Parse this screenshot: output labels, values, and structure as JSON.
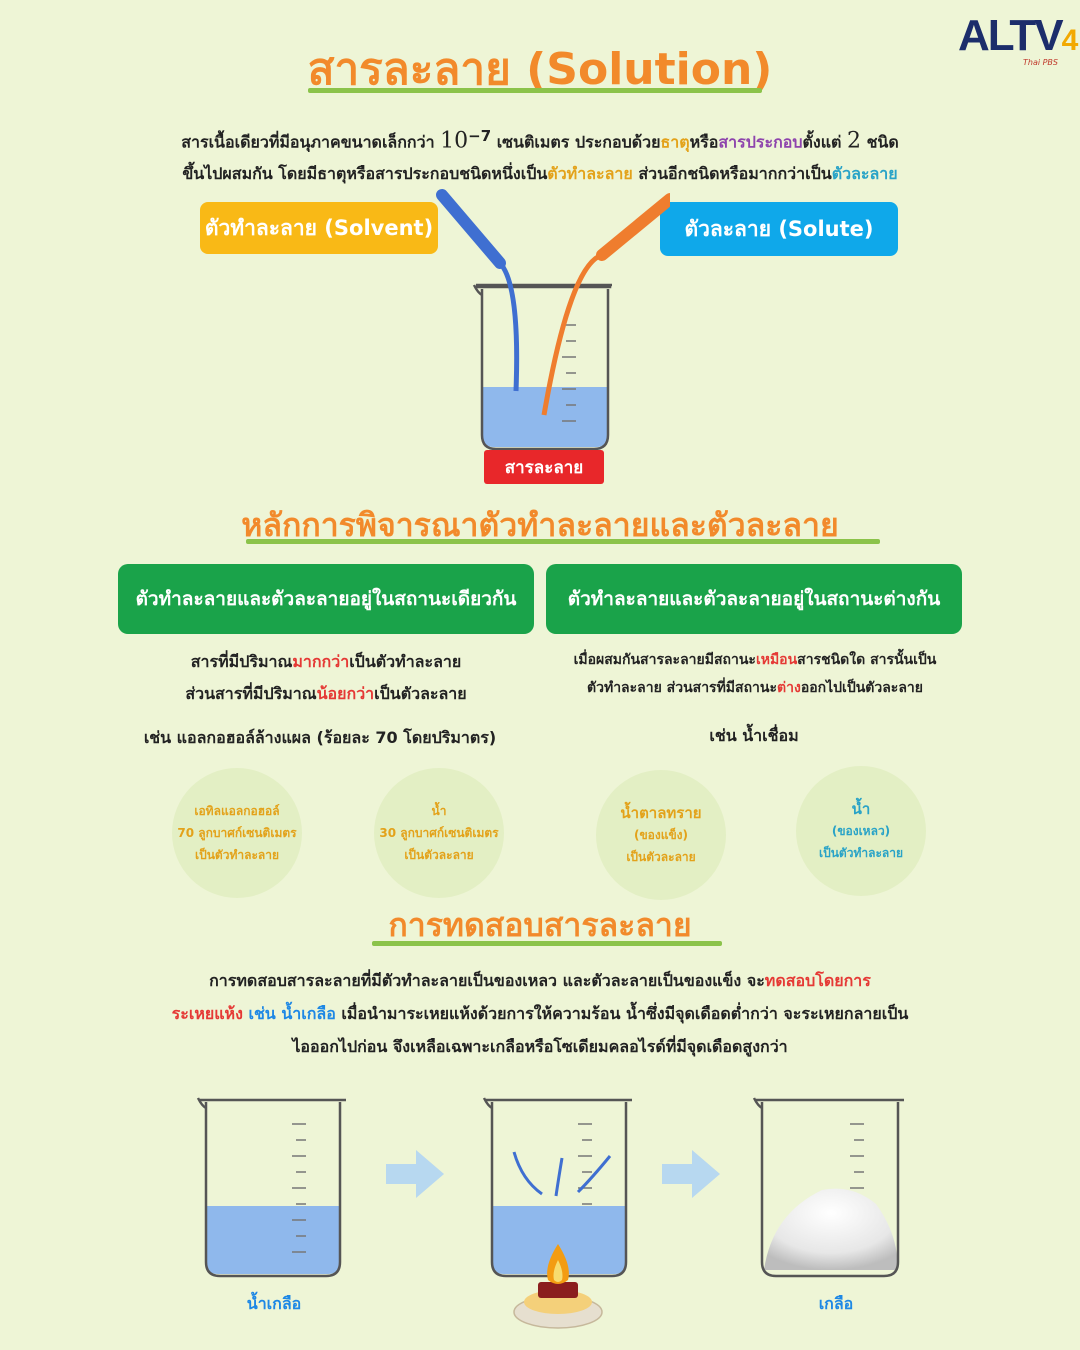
{
  "logo": {
    "main": "ALTV",
    "num": "4",
    "sub": "Thai PBS"
  },
  "section1": {
    "title": "สารละลาย (Solution)",
    "intro": {
      "l1_a": "สารเนื้อเดียวที่มีอนุภาคขนาดเล็กกว่า ",
      "l1_num": "10",
      "l1_exp": "−7",
      "l1_b": " เซนติเมตร ประกอบด้วย",
      "l1_metal": "ธาตุ",
      "l1_c": "หรือ",
      "l1_compound": "สารประกอบ",
      "l1_d": "ตั้งแต่ ",
      "l1_two": "2",
      "l1_e": " ชนิด",
      "l2_a": "ขึ้นไปผสมกัน โดยมีธาตุหรือสารประกอบชนิดหนึ่งเป็น",
      "l2_solvent": "ตัวทำละลาย",
      "l2_b": " ส่วนอีกชนิดหรือมากกว่าเป็น",
      "l2_solute": "ตัวละลาย"
    },
    "solvent_label": "ตัวทำละลาย (Solvent)",
    "solute_label": "ตัวละลาย (Solute)",
    "solution_label": "สารละลาย"
  },
  "section2": {
    "title": "หลักการพิจารณาตัวทำละลายและตัวละลาย",
    "left": {
      "heading": "ตัวทำละลายและตัวละลายอยู่ในสถานะเดียวกัน",
      "l1_a": "สารที่มีปริมาณ",
      "l1_hl": "มากกว่า",
      "l1_b": "เป็นตัวทำละลาย",
      "l2_a": "ส่วนสารที่มีปริมาณ",
      "l2_hl": "น้อยกว่า",
      "l2_b": "เป็นตัวละลาย",
      "example": "เช่น แอลกอฮอล์ล้างแผล (ร้อยละ 70 โดยปริมาตร)"
    },
    "right": {
      "heading": "ตัวทำละลายและตัวละลายอยู่ในสถานะต่างกัน",
      "l1_a": "เมื่อผสมกันสารละลายมีสถานะ",
      "l1_hl": "เหมือน",
      "l1_b": "สารชนิดใด สารนั้นเป็น",
      "l2_a": "ตัวทำละลาย ส่วนสารที่มีสถานะ",
      "l2_hl": "ต่าง",
      "l2_b": "ออกไปเป็นตัวละลาย",
      "example": "เช่น น้ำเชื่อม"
    },
    "circles": [
      {
        "l1": "เอทิลแอลกอฮอล์",
        "l2": "70 ลูกบาศก์เซนติเมตร",
        "l3": "เป็นตัวทำละลาย"
      },
      {
        "l1": "น้ำ",
        "l2": "30 ลูกบาศก์เซนติเมตร",
        "l3": "เป็นตัวละลาย"
      },
      {
        "l1": "น้ำตาลทราย",
        "l2": "(ของแข็ง)",
        "l3": "เป็นตัวละลาย"
      },
      {
        "l1": "น้ำ",
        "l2": "(ของเหลว)",
        "l3": "เป็นตัวทำละลาย"
      }
    ]
  },
  "section3": {
    "title": "การทดสอบสารละลาย",
    "p1_a": "การทดสอบสารละลายที่มีตัวทำละลายเป็นของเหลว และตัวละลายเป็นของแข็ง จะ",
    "p1_hl": "ทดสอบโดยการ",
    "p2_hl": "ระเหยแห้ง",
    "p2_ex": " เช่น ",
    "p2_salt": "น้ำเกลือ",
    "p2_b": " เมื่อนำมาระเหยแห้งด้วยการให้ความร้อน น้ำซึ่งมีจุดเดือดต่ำกว่า จะระเหยกลายเป็น",
    "p3": "ไอออกไปก่อน จึงเหลือเฉพาะเกลือหรือโซเดียมคลอไรด์ที่มีจุดเดือดสูงกว่า",
    "caption_left": "น้ำเกลือ",
    "caption_right": "เกลือ"
  },
  "colors": {
    "background": "#eef5d6",
    "title_orange": "#f28a2b",
    "underline_green": "#8bc34a",
    "solvent_yellow": "#f9b916",
    "solute_blue": "#0fa8ea",
    "solution_red": "#e8272a",
    "box_green": "#1aa34a",
    "liquid_blue": "#8fb8ec"
  }
}
